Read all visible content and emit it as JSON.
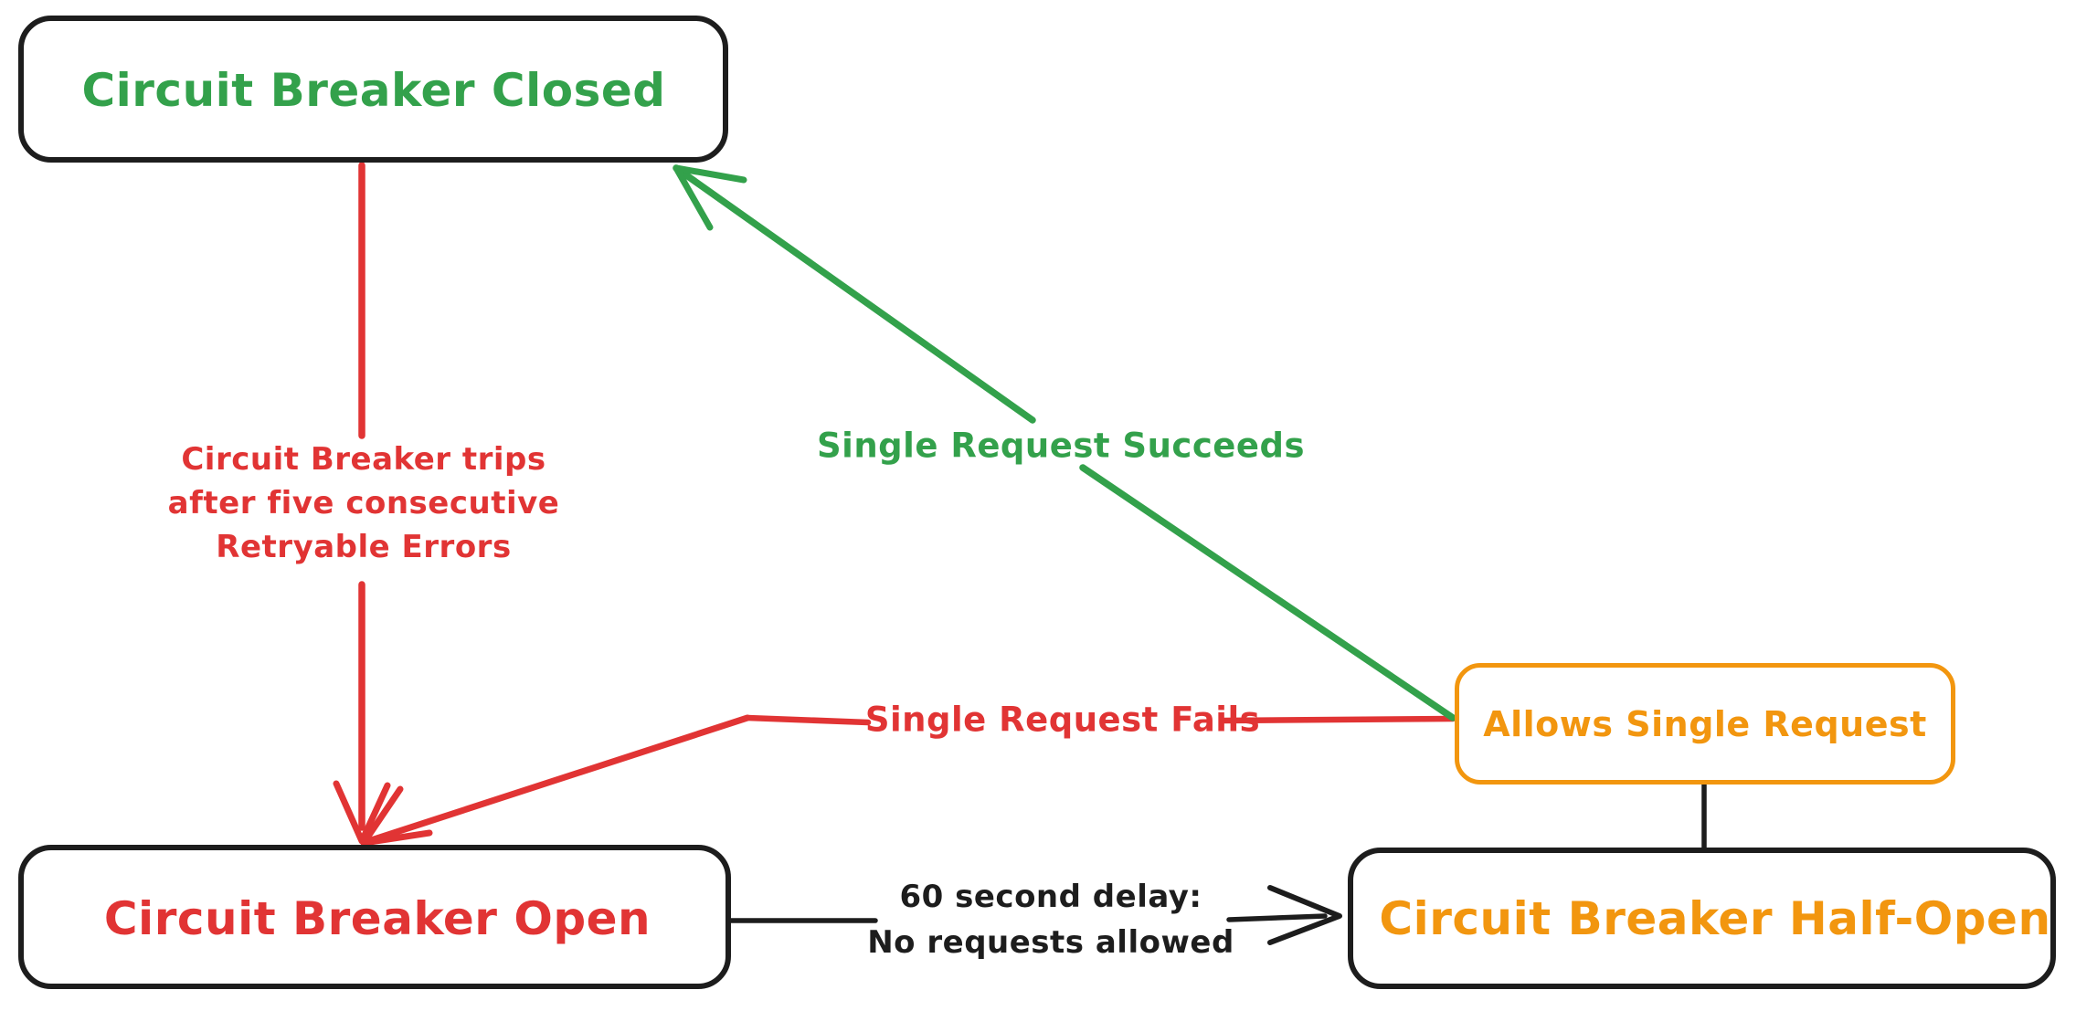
{
  "colors": {
    "green": "#33a14b",
    "red": "#e13434",
    "orange": "#f2960f",
    "ink": "#1d1d1d",
    "background": "#ffffff"
  },
  "states": {
    "closed": {
      "label": "Circuit Breaker Closed"
    },
    "open": {
      "label": "Circuit Breaker Open"
    },
    "half_open": {
      "label": "Circuit Breaker Half-Open"
    },
    "allows_single_request": {
      "label": "Allows Single Request"
    }
  },
  "transitions": {
    "trip": {
      "line1": "Circuit Breaker trips",
      "line2": "after five consecutive",
      "line3": "Retryable Errors"
    },
    "single_request_succeeds": {
      "label": "Single Request Succeeds"
    },
    "single_request_fails": {
      "label": "Single Request Fails"
    },
    "delay": {
      "line1": "60 second delay:",
      "line2": "No requests allowed"
    }
  }
}
